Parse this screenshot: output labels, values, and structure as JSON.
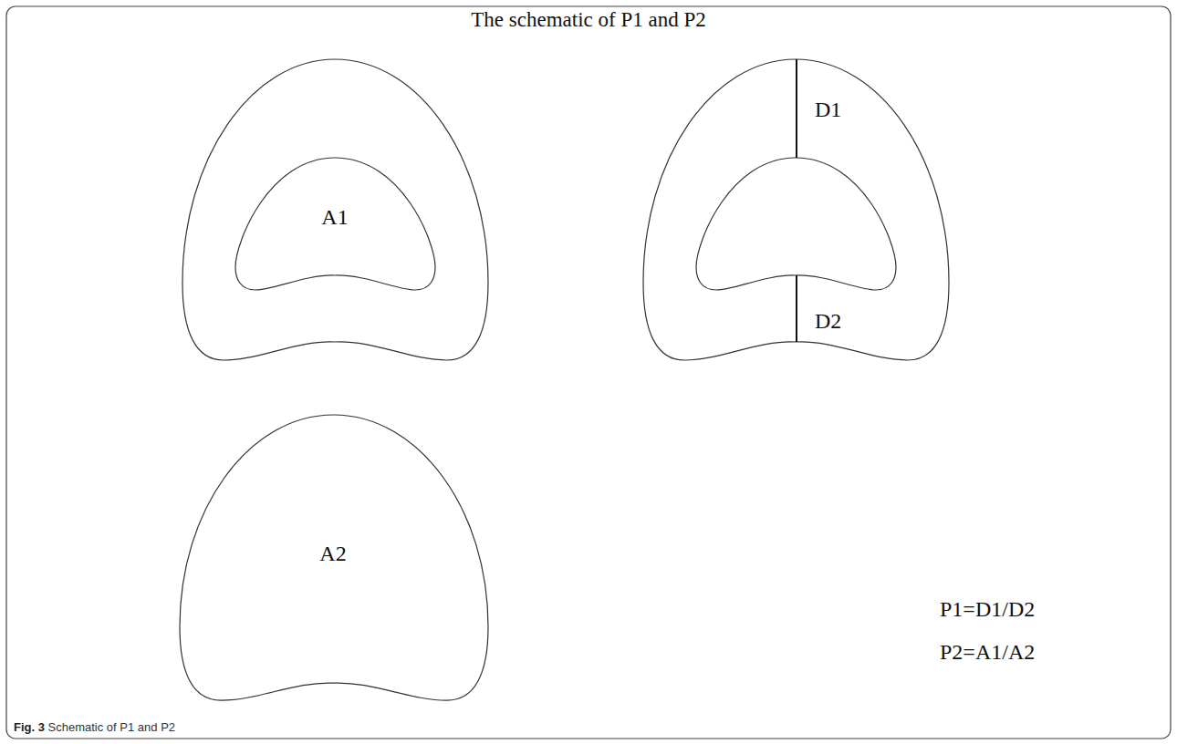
{
  "diagram": {
    "title": "The schematic of P1 and P2",
    "caption": "Fig. 3 Schematic of P1 and P2",
    "labels": [
      "A1",
      "D1",
      "D2",
      "A2",
      "P1=D1/D2",
      "P2=A1/A2"
    ]
  }
}
